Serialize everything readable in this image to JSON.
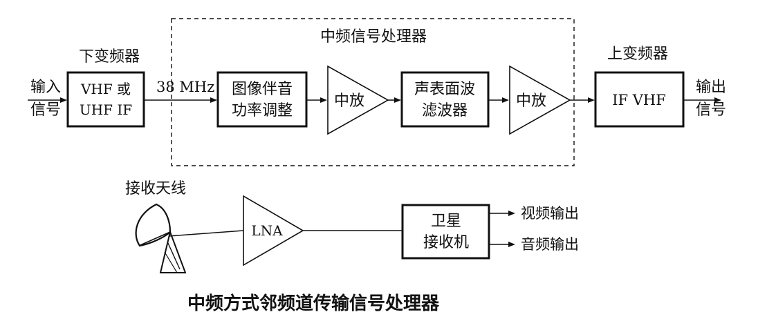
{
  "upper": {
    "input_line1": "输入",
    "input_line2": "信号",
    "down_converter_title": "下变频器",
    "down_converter_line1": "VHF 或",
    "down_converter_line2": "UHF IF",
    "freq_label": "38 MHz",
    "if_processor_title": "中频信号处理器",
    "adjust_line1": "图像伴音",
    "adjust_line2": "功率调整",
    "if_amp1_label": "中放",
    "saw_line1": "声表面波",
    "saw_line2": "滤波器",
    "if_amp2_label": "中放",
    "up_converter_title": "上变频器",
    "up_converter_label": "IF VHF",
    "output_line1": "输出",
    "output_line2": "信号"
  },
  "lower": {
    "antenna_label": "接收天线",
    "lna_label": "LNA",
    "receiver_line1": "卫星",
    "receiver_line2": "接收机",
    "video_out": "视频输出",
    "audio_out": "音频输出"
  },
  "caption": "中频方式邻频道传输信号处理器"
}
